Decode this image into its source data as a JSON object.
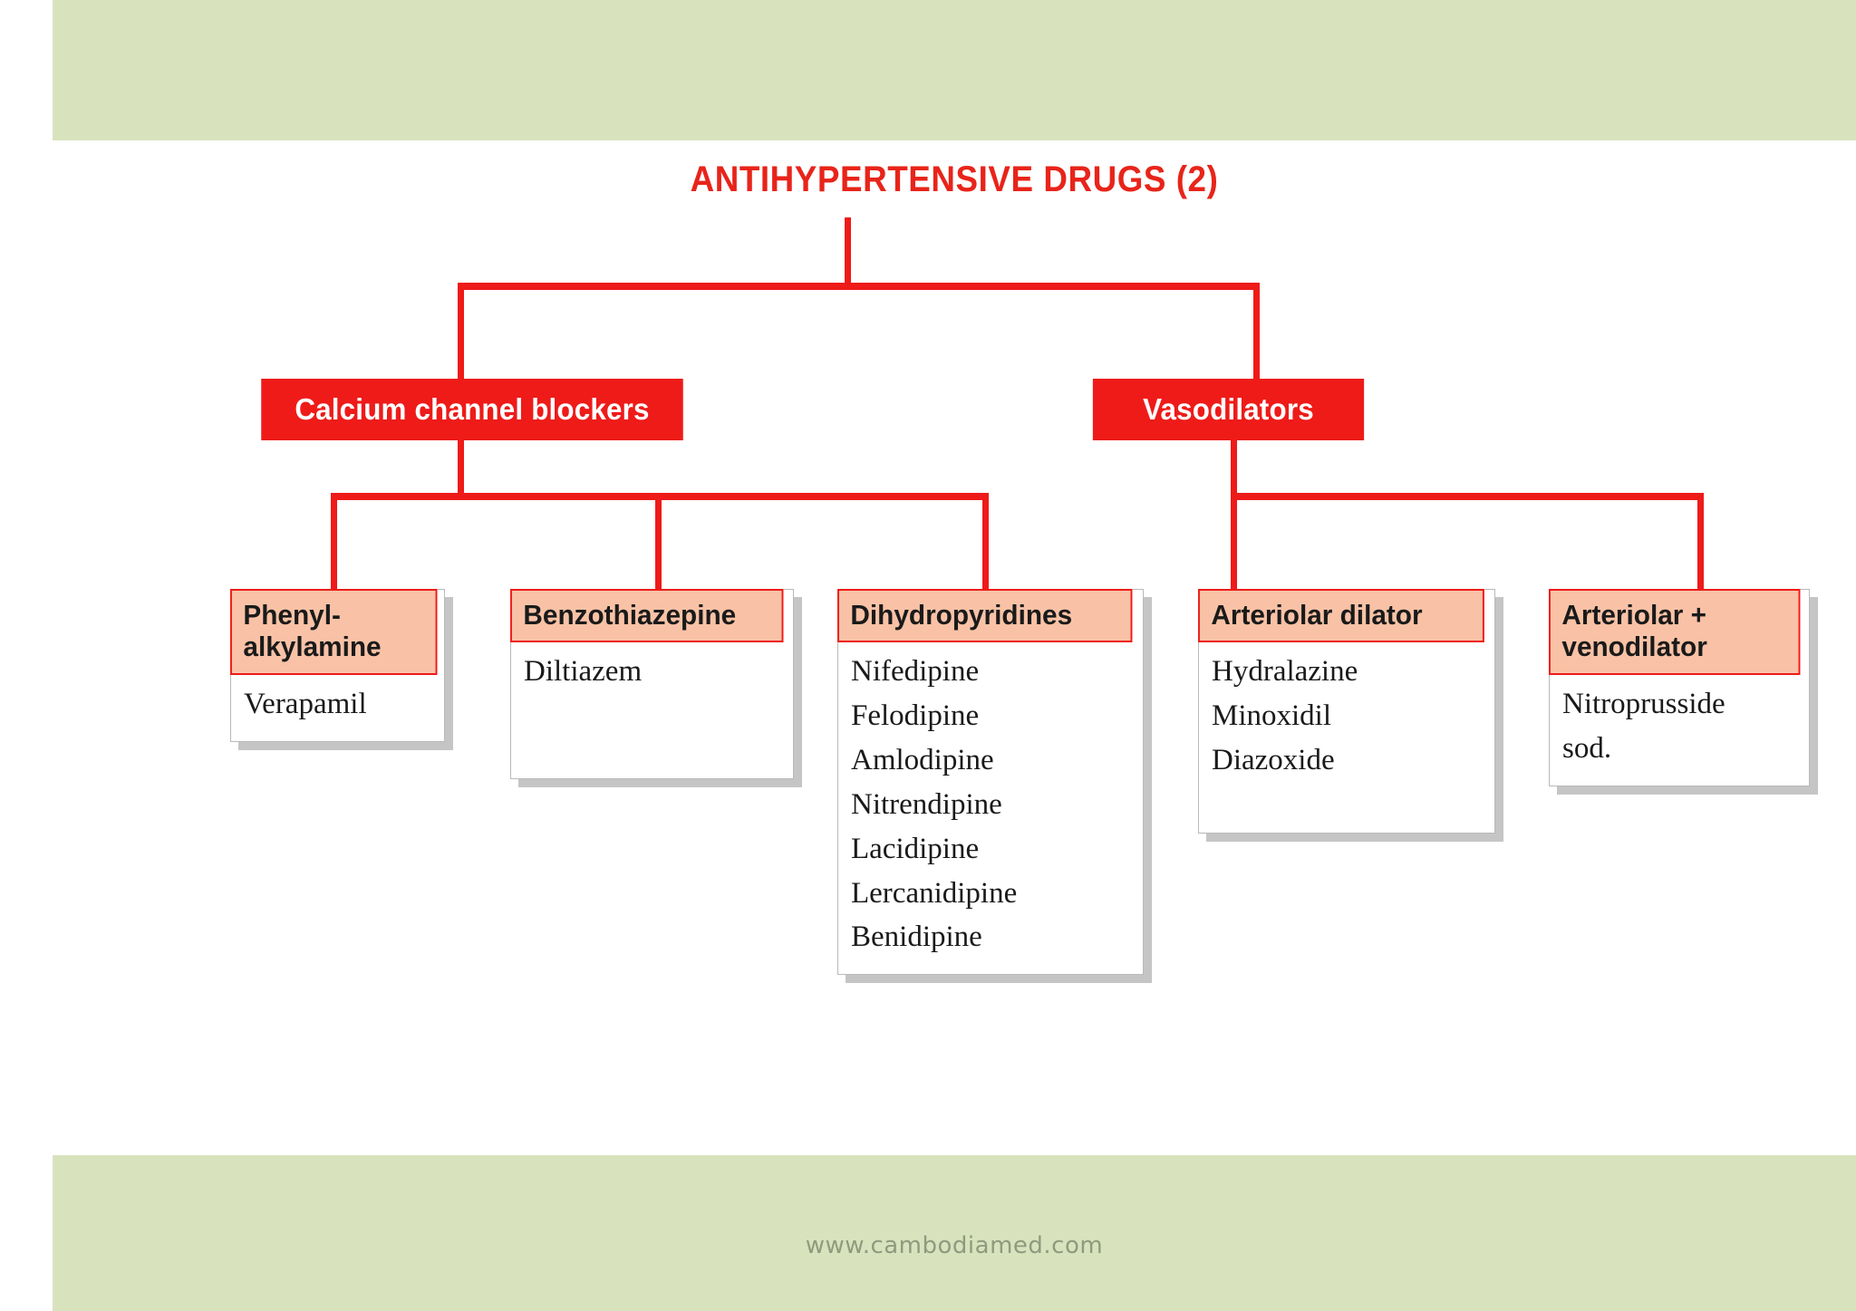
{
  "slide": {
    "title": "ANTIHYPERTENSIVE DRUGS (2)",
    "watermark": "www.cambodiamed.com",
    "colors": {
      "background_green": "#d8e3be",
      "panel_white": "#ffffff",
      "accent_red": "#ee1b19",
      "title_red": "#e8241a",
      "header_salmon": "#f9c2a6",
      "watermark_grey": "#8f9a7e"
    }
  },
  "branches": [
    {
      "label": "Calcium channel blockers"
    },
    {
      "label": "Vasodilators"
    }
  ],
  "cards": [
    {
      "header": "Phenyl-\nalkylamine",
      "header_lines": [
        "Phenyl-",
        "alkylamine"
      ],
      "drugs": [
        "Verapamil"
      ]
    },
    {
      "header": "Benzothiazepine",
      "header_lines": [
        "Benzothiazepine"
      ],
      "drugs": [
        "Diltiazem"
      ]
    },
    {
      "header": "Dihydropyridines",
      "header_lines": [
        "Dihydropyridines"
      ],
      "drugs": [
        "Nifedipine",
        "Felodipine",
        "Amlodipine",
        "Nitrendipine",
        "Lacidipine",
        "Lercanidipine",
        "Benidipine"
      ]
    },
    {
      "header": "Arteriolar dilator",
      "header_lines": [
        "Arteriolar dilator"
      ],
      "drugs": [
        "Hydralazine",
        "Minoxidil",
        "Diazoxide"
      ]
    },
    {
      "header": "Arteriolar +\nvenodilator",
      "header_lines": [
        "Arteriolar +",
        "venodilator"
      ],
      "drugs": [
        "Nitroprusside",
        "sod."
      ]
    }
  ]
}
